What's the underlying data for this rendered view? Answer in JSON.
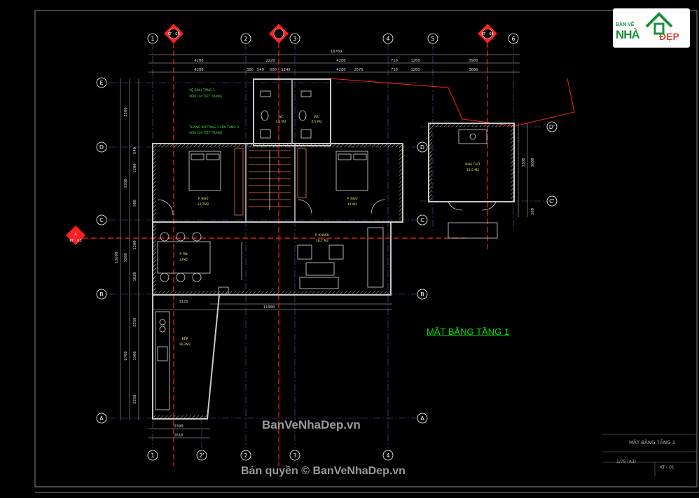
{
  "drawing": {
    "title": "MẶT BẰNG TẦNG 1",
    "title_block_name": "MẶT BẰNG TẦNG 1",
    "scale": "1/75 (A3)",
    "sheet_number": "KT - 01"
  },
  "grid_labels": {
    "vertical": [
      "1",
      "2",
      "3",
      "4",
      "5",
      "6",
      "2'"
    ],
    "horizontal": [
      "E",
      "D",
      "C",
      "B",
      "A",
      "D'",
      "C'"
    ]
  },
  "dimensions": {
    "top_total": "18700",
    "top_row1": [
      "4280",
      "2220",
      "4280",
      "710",
      "1200",
      "3900"
    ],
    "top_row2": [
      "4280",
      "300",
      "540",
      "600",
      "1140",
      "4280",
      "2670",
      "710",
      "1200",
      "3680"
    ],
    "left": [
      "2500",
      "540",
      "1200",
      "3380",
      "900",
      "1200",
      "3380",
      "1620",
      "2250",
      "1300",
      "6700",
      "2250",
      "13690"
    ],
    "bottom": [
      "2390",
      "2610"
    ],
    "interior": [
      "3120",
      "11000"
    ],
    "right": [
      "3380",
      "3600",
      "300"
    ]
  },
  "rooms": [
    {
      "name": "P. NGỦ",
      "area": "12,7M2"
    },
    {
      "name": "P. NGỦ",
      "area": "14 M2"
    },
    {
      "name": "WC",
      "area": "4,5 M2"
    },
    {
      "name": "WC",
      "area": "4,5 M2"
    },
    {
      "name": "P. ĂN",
      "area": "12M2"
    },
    {
      "name": "P. KHÁCH",
      "area": "18,7 M2"
    },
    {
      "name": "BẾP",
      "area": "16,2M2"
    },
    {
      "name": "NHÀ THỜ",
      "area": "13,5 M2"
    }
  ],
  "notes": [
    "VỆ SINH TẦNG 1",
    "XEM CHI TIẾT TRANG",
    "THANG BỘ TẦNG 1 LÊN TẦNG 2",
    "XEM CHI TIẾT TRANG"
  ],
  "section_marks": [
    "A",
    "KT - 03",
    "KT - 05",
    "KT - 06"
  ],
  "watermarks": {
    "center": "BanVeNhaDep.vn",
    "copyright": "Bản quyền © BanVeNhaDep.vn"
  },
  "logo": {
    "line1": "BẢN VẼ",
    "line2": "NHÀ",
    "line3": "ĐẸP"
  },
  "colors": {
    "background": "#000000",
    "wall": "#c8c8c8",
    "wall_fill": "#e8e8a0",
    "grid": "#7070c8",
    "grid_bubble": "#ffffff",
    "cut_line": "#ff2020",
    "text_green": "#00e000",
    "text_yellow": "#ffff40",
    "stairs": "#e87a50",
    "dimension": "#d0d0d0"
  }
}
